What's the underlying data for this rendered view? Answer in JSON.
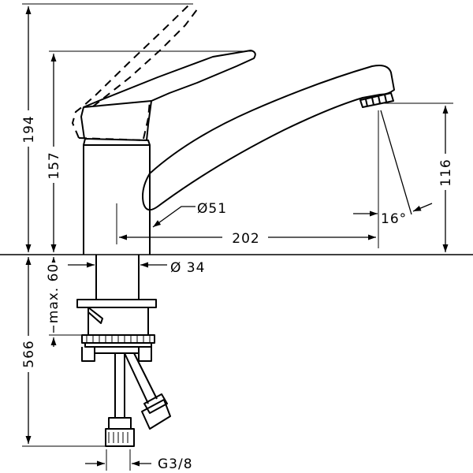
{
  "dimensions": {
    "total_height": "194",
    "handle_height": "157",
    "spout_clearance": "116",
    "spout_angle": "16°",
    "spout_diameter": "Ø51",
    "spout_reach": "202",
    "base_diameter": "Ø 34",
    "max_counter_thickness": "max. 60",
    "hose_length": "566",
    "connection_thread": "G3/8"
  },
  "colors": {
    "line": "#000000",
    "background": "#ffffff"
  }
}
